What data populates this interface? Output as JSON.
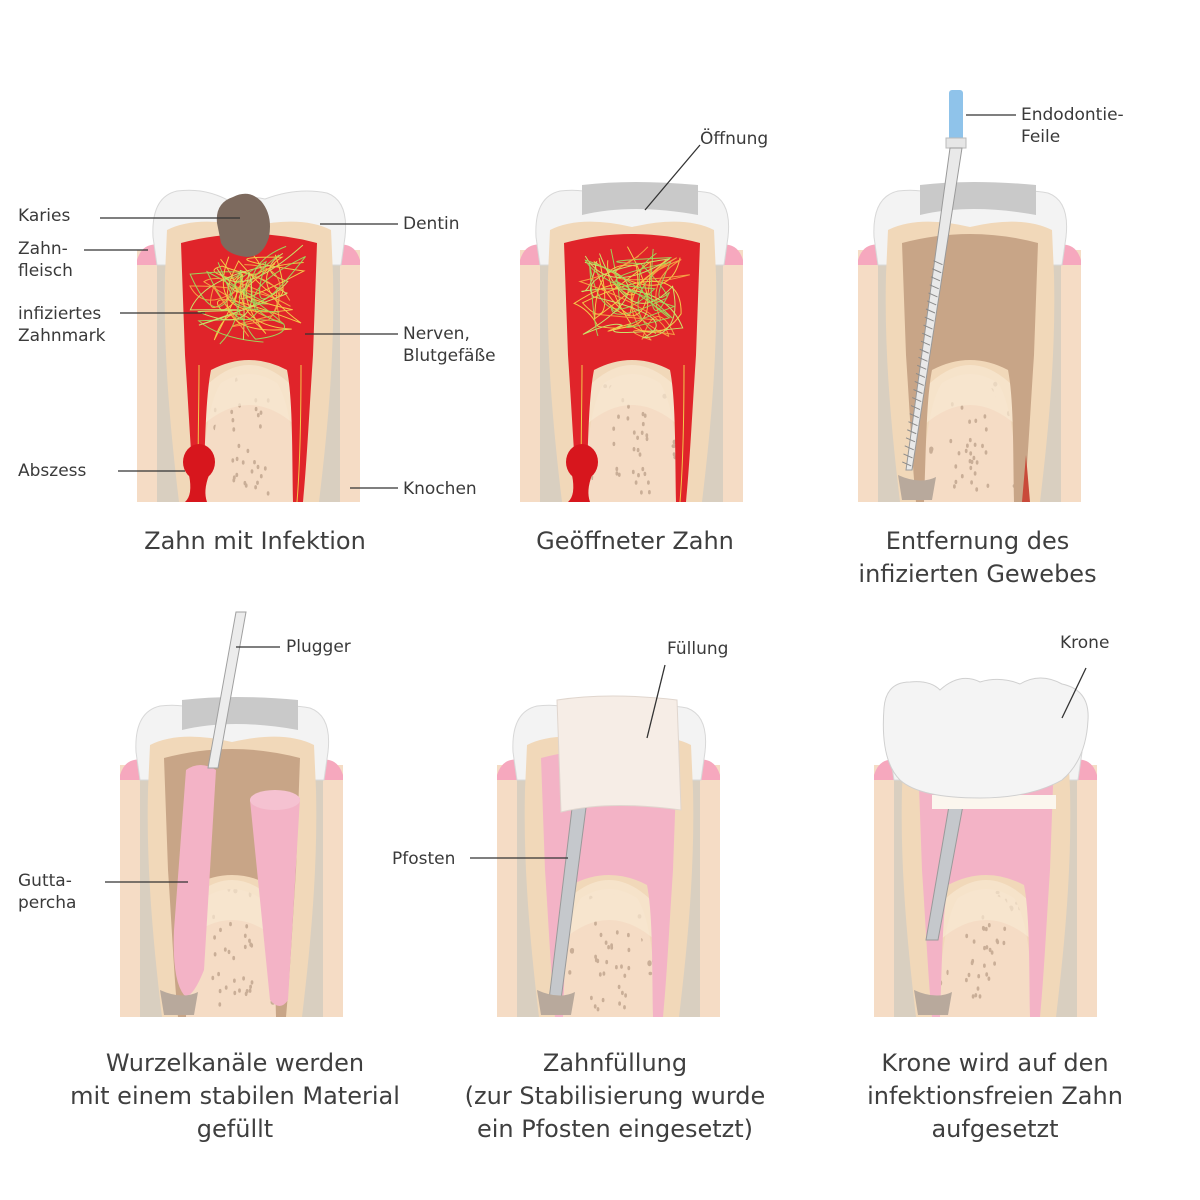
{
  "panels": [
    {
      "id": "infection",
      "caption": "Zahn mit Infektion",
      "labels": {
        "karies": "Karies",
        "zahnfleisch": "Zahn-\nfleisch",
        "zahnmark": "infiziertes\nZahnmark",
        "abszess": "Abszess",
        "dentin": "Dentin",
        "nerven": "Nerven,\nBlutgefäße",
        "knochen": "Knochen"
      }
    },
    {
      "id": "opened",
      "caption": "Geöffneter Zahn",
      "labels": {
        "oeffnung": "Öffnung"
      }
    },
    {
      "id": "removal",
      "caption": "Entfernung des\ninfizierten Gewebes",
      "labels": {
        "feile": "Endodontie-\nFeile"
      }
    },
    {
      "id": "filled",
      "caption": "Wurzelkanäle werden\nmit einem stabilen Material\ngefüllt",
      "labels": {
        "plugger": "Plugger",
        "guttapercha": "Gutta-\npercha"
      }
    },
    {
      "id": "filling",
      "caption": "Zahnfüllung\n(zur Stabilisierung wurde\nein Pfosten eingesetzt)",
      "labels": {
        "fuellung": "Füllung",
        "pfosten": "Pfosten"
      }
    },
    {
      "id": "crown",
      "caption": "Krone wird auf den\ninfektionsfreien Zahn\naufgesetzt",
      "labels": {
        "krone": "Krone"
      }
    }
  ],
  "colors": {
    "bone": "#f5dcc5",
    "bone_pores": "#c9ae97",
    "gum": "#f6a8be",
    "periodontium": "#d9cfc0",
    "enamel": "#f3f3f3",
    "dentin": "#f1d8b9",
    "pulp_infected": "#e0242a",
    "pulp_cleaned": "#c8a587",
    "gutta_percha": "#f3b3c6",
    "filling": "#f6ede6",
    "post": "#c5c8cc",
    "caries": "#7d6a5e",
    "abscess": "#d7161d",
    "file_handle": "#8fc3ea",
    "crown": "#f4f4f4"
  }
}
